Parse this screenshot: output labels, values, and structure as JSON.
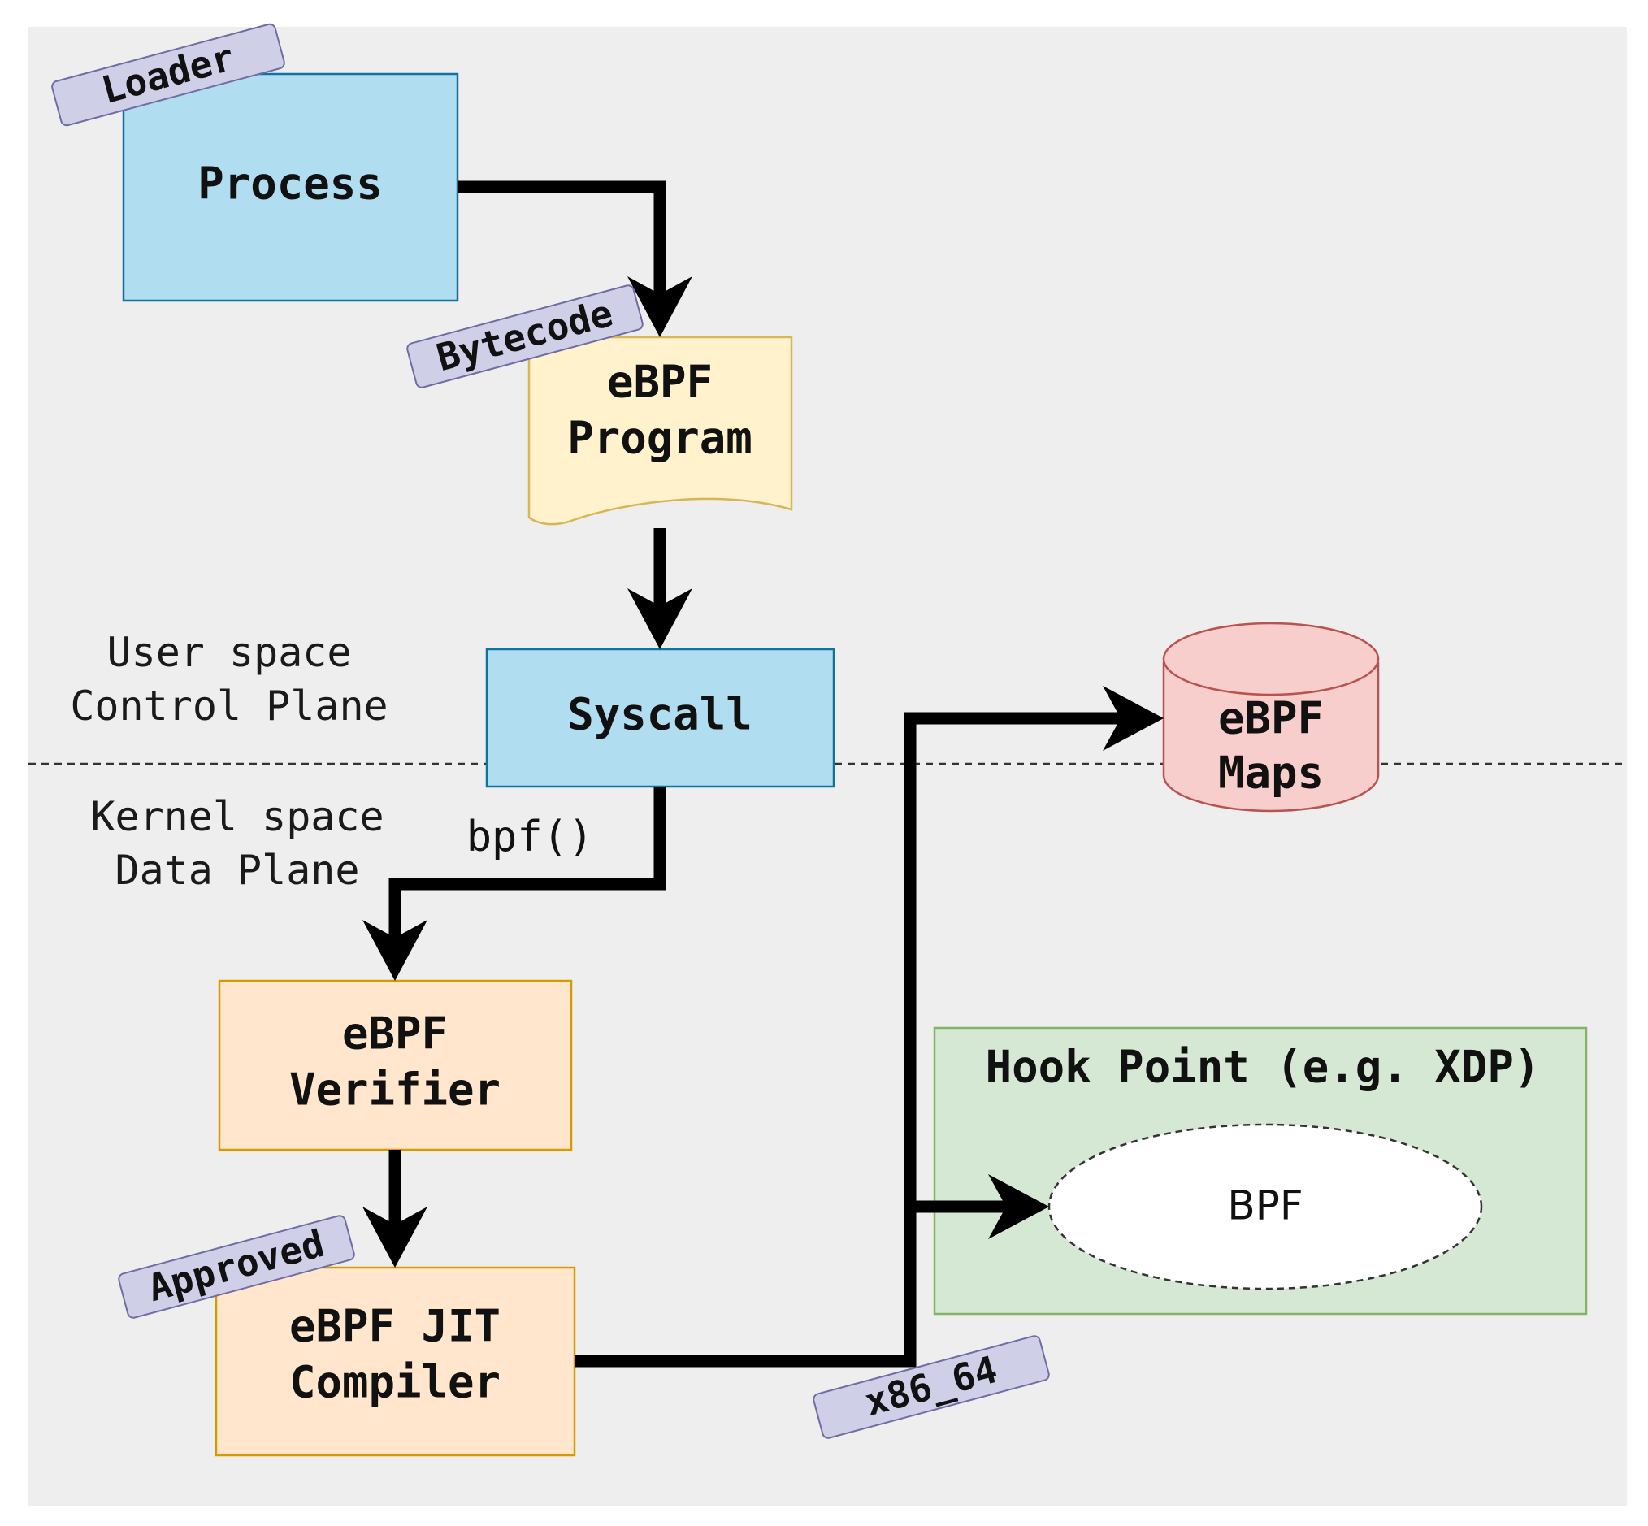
{
  "nodes": {
    "process": {
      "label": "Process",
      "fill": "#b1ddf0",
      "stroke": "#10739e"
    },
    "program": {
      "line1": "eBPF",
      "line2": "Program",
      "fill": "#fff2cc",
      "stroke": "#d6b656"
    },
    "syscall": {
      "label": "Syscall",
      "fill": "#b1ddf0",
      "stroke": "#10739e"
    },
    "maps": {
      "line1": "eBPF",
      "line2": "Maps",
      "fill": "#f8cecc",
      "stroke": "#b85450"
    },
    "verifier": {
      "line1": "eBPF",
      "line2": "Verifier",
      "fill": "#ffe6cc",
      "stroke": "#d79b00"
    },
    "jit": {
      "line1": "eBPF JIT",
      "line2": "Compiler",
      "fill": "#ffe6cc",
      "stroke": "#d79b00"
    },
    "hook": {
      "label": "Hook Point (e.g. XDP)",
      "fill": "#d5e8d4",
      "stroke": "#82b366"
    },
    "bpf": {
      "label": "BPF"
    }
  },
  "tags": {
    "loader": "Loader",
    "bytecode": "Bytecode",
    "approved": "Approved",
    "arch": "x86_64"
  },
  "planes": {
    "user_line1": "User space",
    "user_line2": "Control Plane",
    "kernel_line1": "Kernel space",
    "kernel_line2": "Data Plane"
  },
  "edge_labels": {
    "bpf_call": "bpf()"
  },
  "colors": {
    "background": "#eeeeee",
    "tag_fill": "#d0cfe8"
  }
}
